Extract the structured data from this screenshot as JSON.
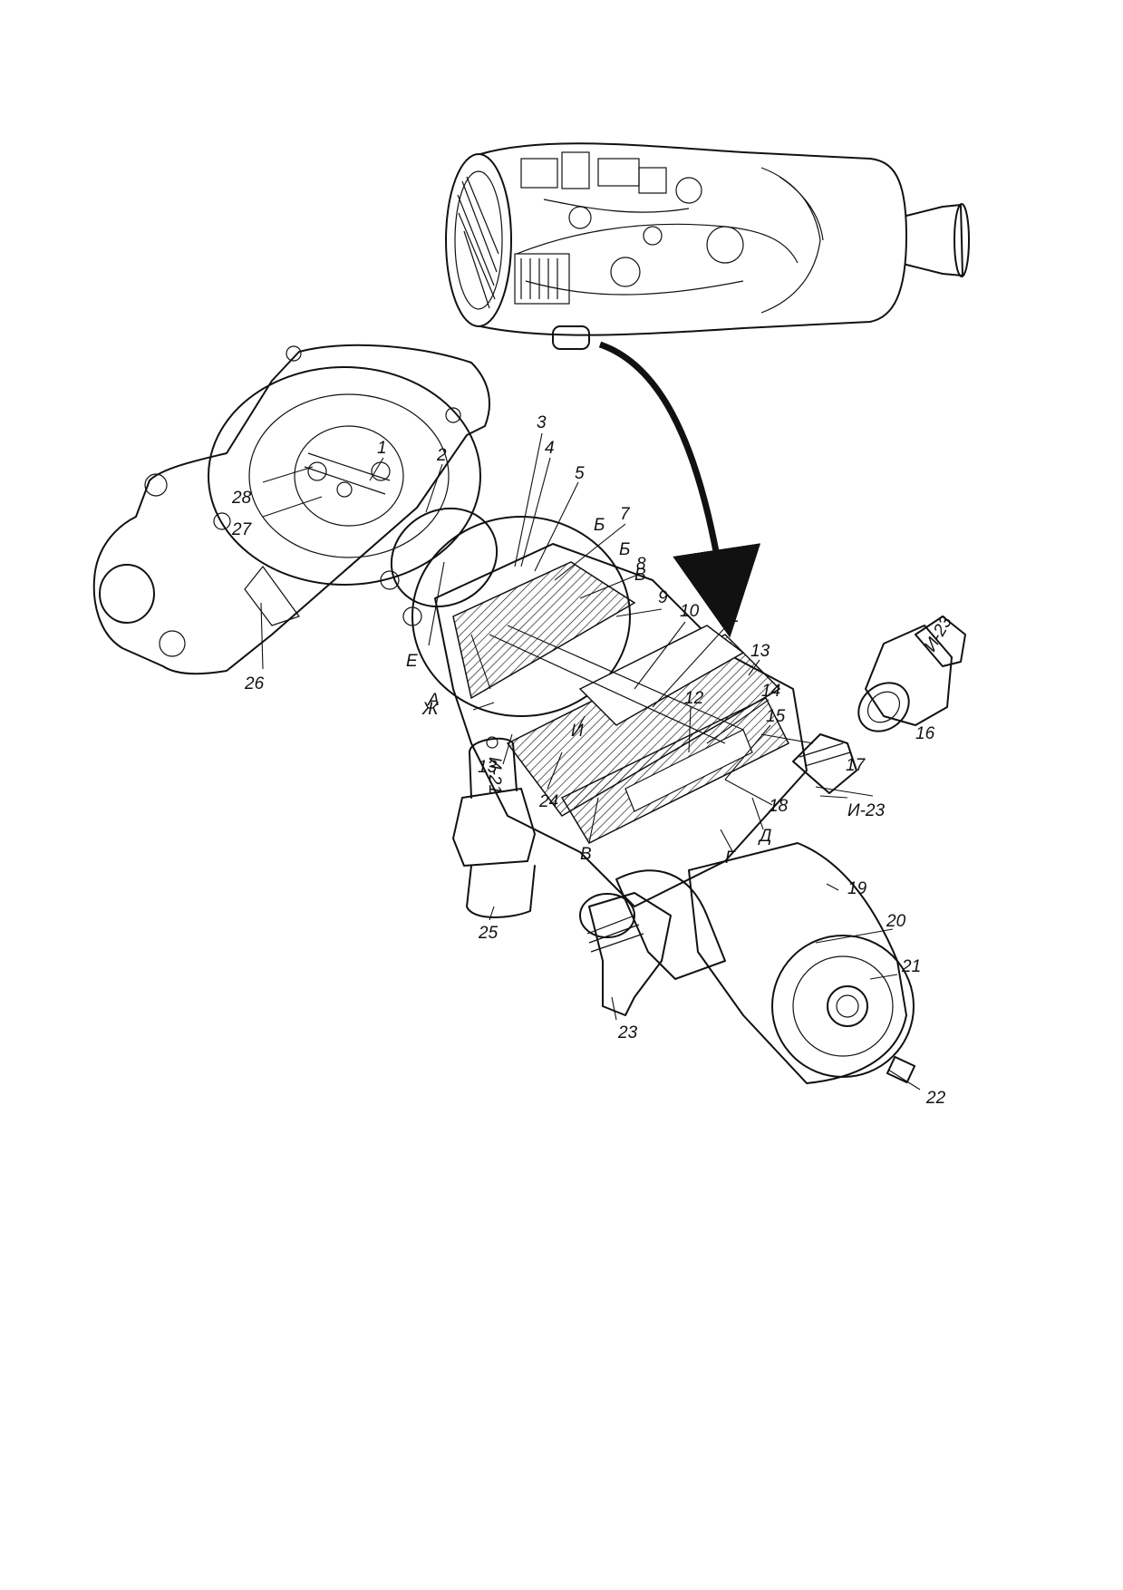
{
  "callouts": {
    "n1": "1",
    "n2": "2",
    "n3": "3",
    "n4": "4",
    "n5": "5",
    "n7": "7",
    "n8": "8",
    "n9": "9",
    "n10": "10",
    "n11": "11",
    "n12": "12",
    "n13a": "13",
    "n13b": "13",
    "n14": "14",
    "n15": "15",
    "n16": "16",
    "n17": "17",
    "n18": "18",
    "n19": "19",
    "n20": "20",
    "n21": "21",
    "n22": "22",
    "n23": "23",
    "n24": "24",
    "n25": "25",
    "n26": "26",
    "n27": "27",
    "n28": "28"
  },
  "sections": {
    "A": "А",
    "B1": "Б",
    "B2": "Б",
    "V1": "В",
    "V2": "В",
    "G": "Г",
    "D": "Д",
    "E": "Е",
    "Zh": "Ж",
    "I": "И",
    "I23": "И-23"
  },
  "plugs": {
    "plug16_mark": "И-23",
    "plug25_mark": "И-21"
  },
  "colors": {
    "ink": "#111111",
    "paper": "#ffffff"
  }
}
